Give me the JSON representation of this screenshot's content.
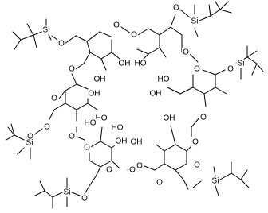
{
  "molecule": {
    "name": "",
    "atoms": [
      {
        "id": "a0",
        "label": "Si"
      },
      {
        "id": "a1",
        "label": "O"
      },
      {
        "id": "a2",
        "label": "O"
      },
      {
        "id": "a3",
        "label": "O"
      },
      {
        "id": "a4",
        "label": "OH"
      },
      {
        "id": "a5",
        "label": "HO"
      },
      {
        "id": "a6",
        "label": "O"
      },
      {
        "id": "a7",
        "label": "O"
      },
      {
        "id": "a8",
        "label": "Si"
      },
      {
        "id": "a9",
        "label": "O"
      },
      {
        "id": "a10",
        "label": "O"
      },
      {
        "id": "a11",
        "label": "HO"
      },
      {
        "id": "a12",
        "label": "OH"
      },
      {
        "id": "a13",
        "label": "O"
      },
      {
        "id": "a14",
        "label": "O"
      },
      {
        "id": "a15",
        "label": "OH"
      },
      {
        "id": "a16",
        "label": "OH"
      },
      {
        "id": "a17",
        "label": "O"
      },
      {
        "id": "a18",
        "label": "Si"
      },
      {
        "id": "a19",
        "label": "O"
      },
      {
        "id": "a20",
        "label": "O"
      },
      {
        "id": "a21",
        "label": "HO"
      },
      {
        "id": "a22",
        "label": "OH"
      },
      {
        "id": "a23",
        "label": "O"
      },
      {
        "id": "a24",
        "label": "O"
      },
      {
        "id": "a25",
        "label": "Si"
      },
      {
        "id": "a26",
        "label": "O"
      },
      {
        "id": "a27",
        "label": "OH"
      },
      {
        "id": "a28",
        "label": "OH"
      },
      {
        "id": "a29",
        "label": "O"
      },
      {
        "id": "a30",
        "label": "Si"
      },
      {
        "id": "a31",
        "label": "O"
      },
      {
        "id": "a32",
        "label": "O"
      },
      {
        "id": "a33",
        "label": "O"
      },
      {
        "id": "a34",
        "label": "HO"
      },
      {
        "id": "a35",
        "label": "HO"
      },
      {
        "id": "a36",
        "label": "O"
      },
      {
        "id": "a37",
        "label": "O"
      },
      {
        "id": "a38",
        "label": "Si"
      }
    ]
  }
}
